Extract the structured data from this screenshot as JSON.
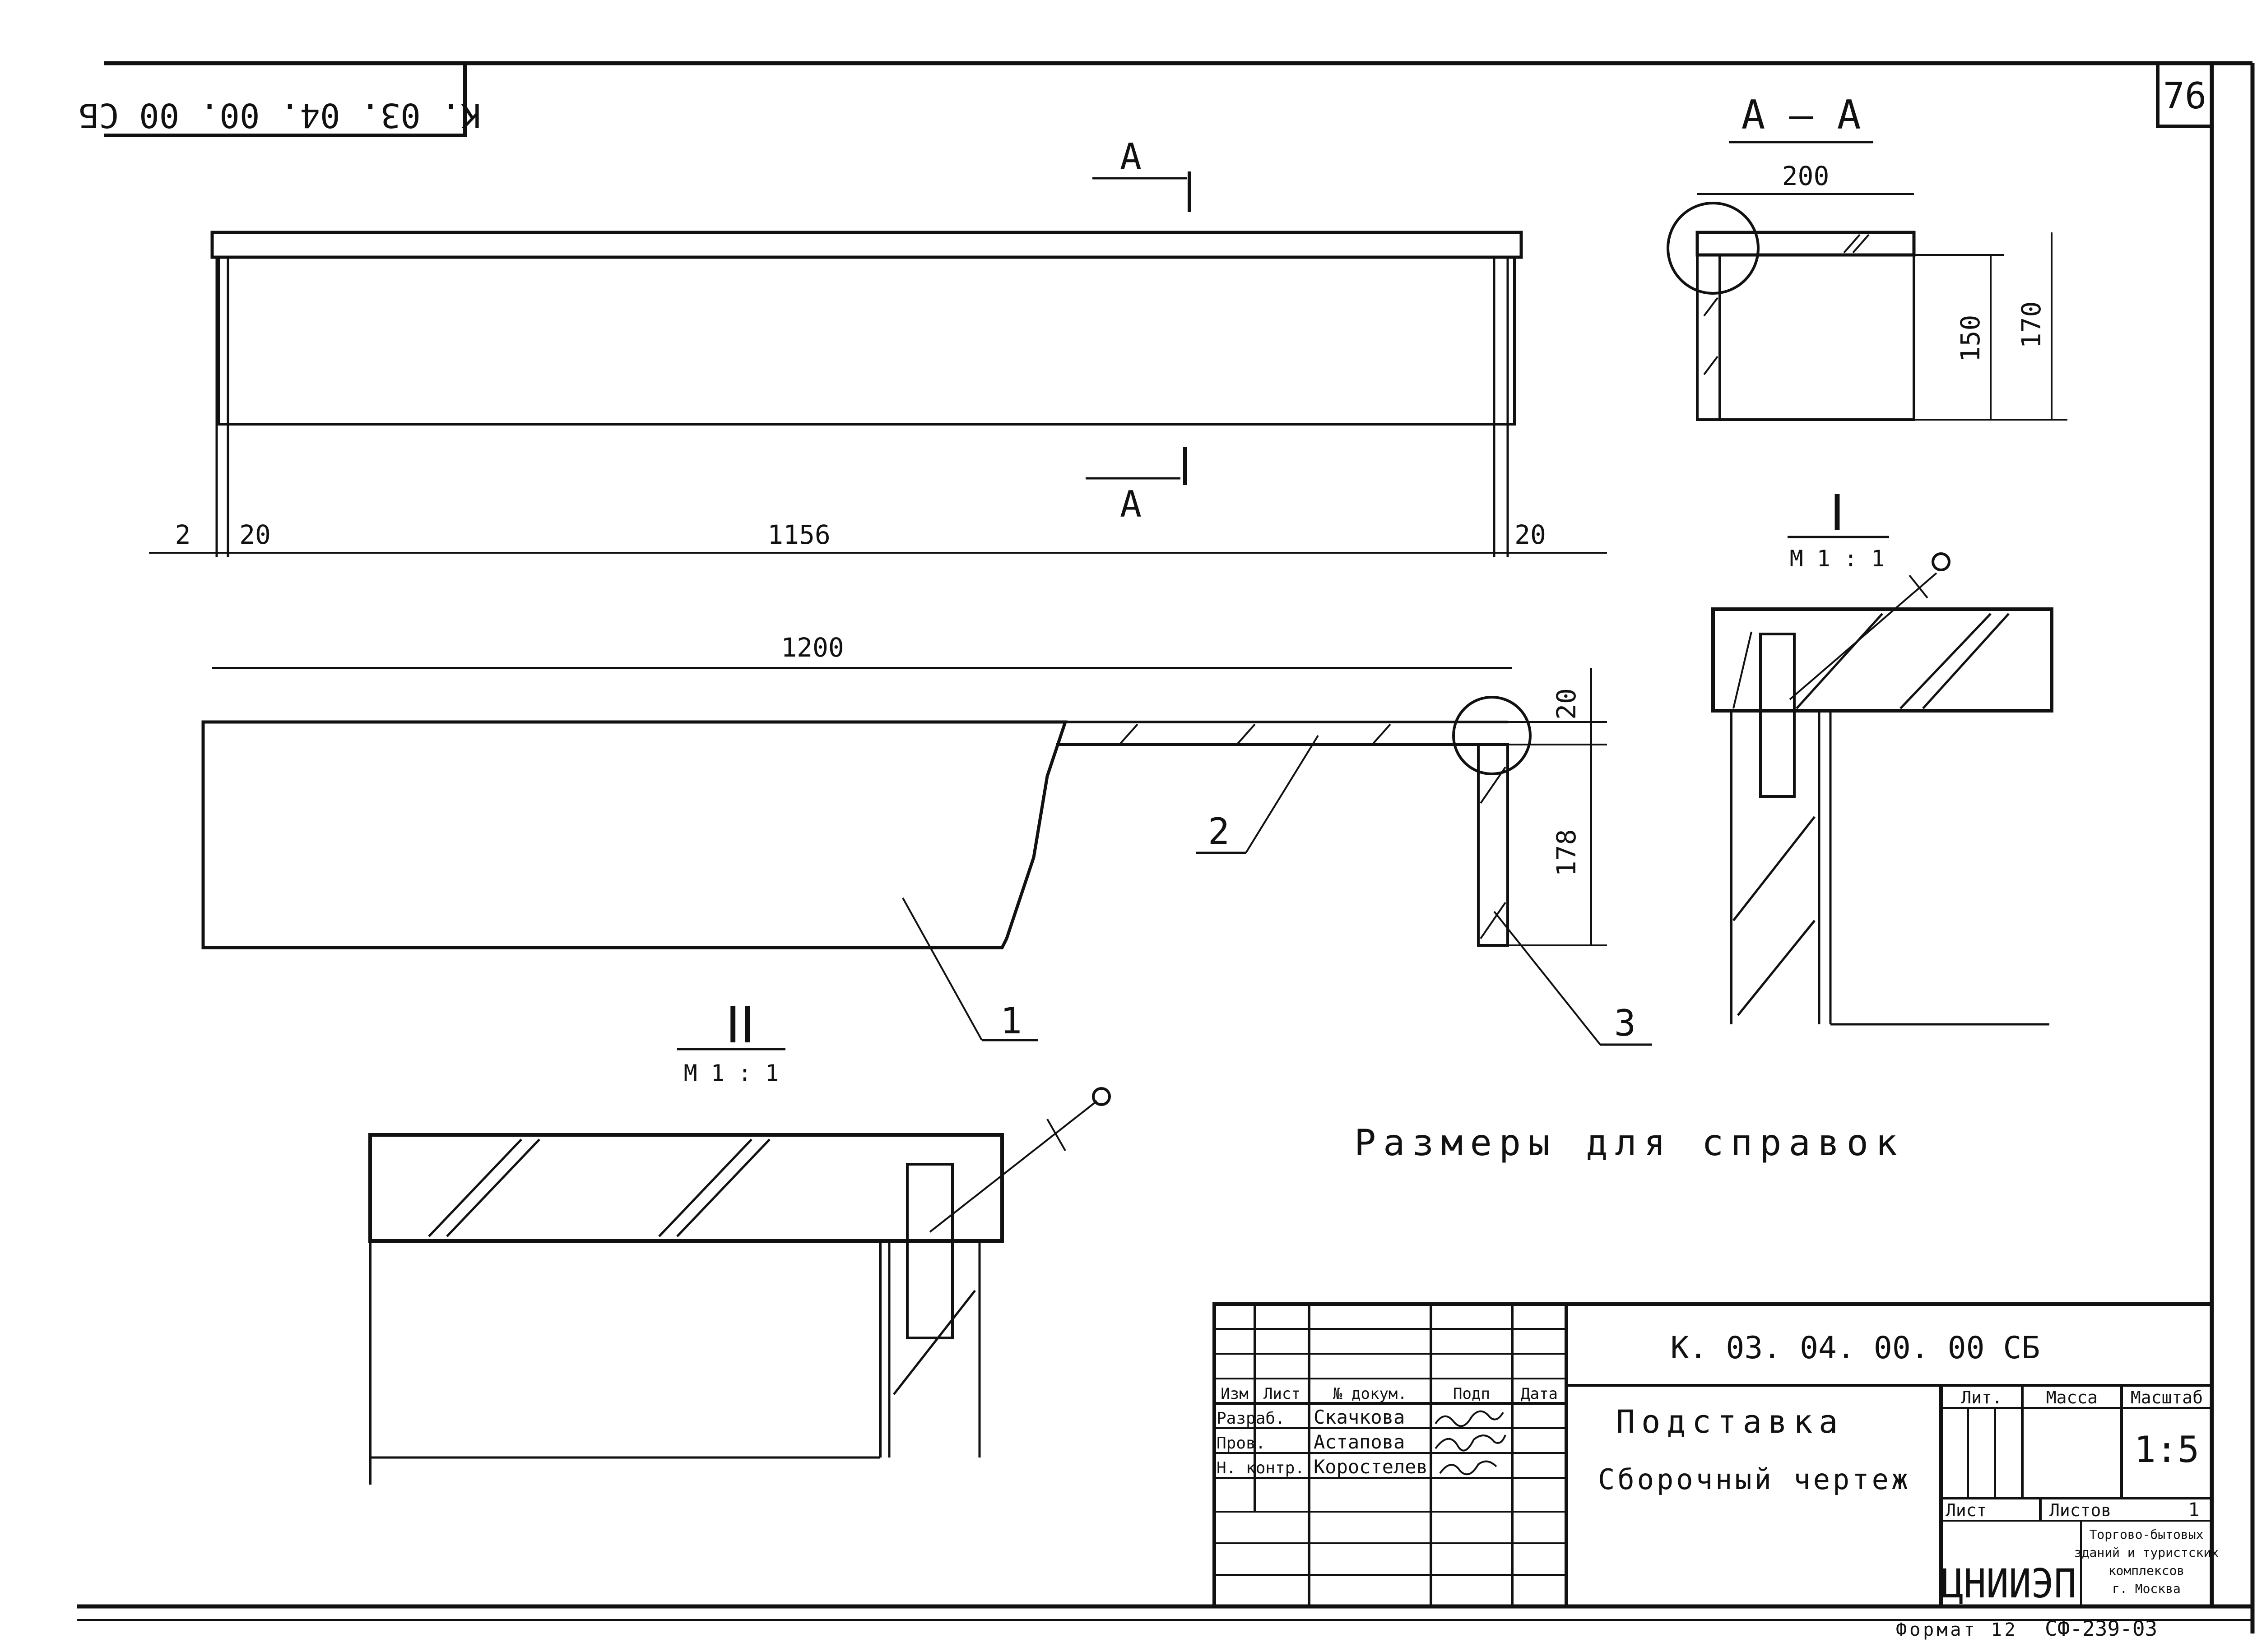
{
  "sheet_number": "76",
  "corner_stamp": "К. 03. 04. 00. 00 СБ",
  "section_aa": {
    "title": "А — А",
    "dim_width": "200",
    "dim_height_inner": "150",
    "dim_height_total": "170"
  },
  "section_marker": "А",
  "front_view": {
    "dim_a": "2",
    "dim_b": "20",
    "dim_c": "1156",
    "dim_d": "20"
  },
  "side_view": {
    "dim_length": "1200",
    "dim_top": "20",
    "dim_leg": "178"
  },
  "callouts": [
    "1",
    "2",
    "3"
  ],
  "detail_1": {
    "label": "I",
    "scale": "М 1 : 1"
  },
  "detail_2": {
    "label": "II",
    "scale": "М 1 : 1"
  },
  "note": "Размеры для справок",
  "title_block": {
    "doc_code": "К. 03. 04. 00. 00 СБ",
    "name": "Подставка",
    "doc_type": "Сборочный чертеж",
    "col_headers": [
      "Изм",
      "Лист",
      "№ докум.",
      "Подп",
      "Дата"
    ],
    "rows": [
      {
        "role": "Разраб.",
        "person": "Скачкова"
      },
      {
        "role": "Пров.",
        "person": "Астапова"
      },
      {
        "role": "Н. контр.",
        "person": "Коростелев"
      }
    ],
    "lit_label": "Лит.",
    "mass_label": "Масса",
    "scale_label": "Масштаб",
    "scale_value": "1:5",
    "sheet_label": "Лист",
    "sheets_label": "Листов",
    "sheets_value": "1",
    "org_logo": "ЦНИИЭП",
    "org_lines": [
      "Торгово-бытовых",
      "зданий и туристских",
      "комплексов",
      "г. Москва"
    ]
  },
  "format_text": "Формат 12",
  "stamp_code": "СФ-239-03"
}
